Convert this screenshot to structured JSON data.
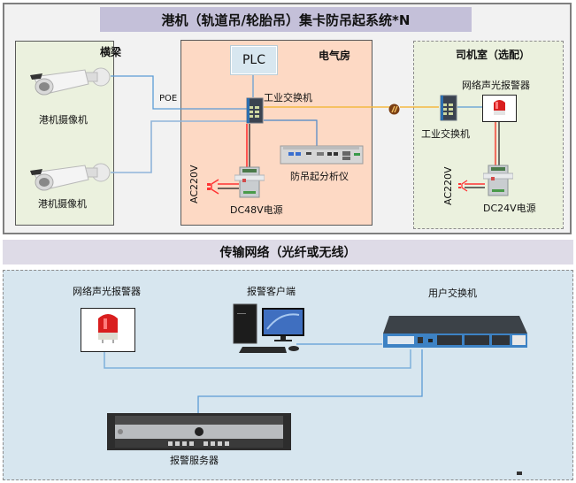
{
  "title": "港机（轨道吊/轮胎吊）集卡防吊起系统*N",
  "zones": {
    "beam": {
      "label": "横梁",
      "cameras": [
        {
          "label": "港机摄像机"
        },
        {
          "label": "港机摄像机"
        }
      ],
      "link_label": "POE"
    },
    "electrical_room": {
      "label": "电气房",
      "plc_label": "PLC",
      "switch_label": "工业交换机",
      "analyzer_label": "防吊起分析仪",
      "power_label": "DC48V电源",
      "ac_label": "AC220V"
    },
    "cab": {
      "label": "司机室（选配）",
      "alarm_label": "网络声光报警器",
      "switch_label": "工业交换机",
      "power_label": "DC24V电源",
      "ac_label": "AC220V"
    }
  },
  "network": {
    "title": "传输网络（光纤或无线）",
    "alarm_label": "网络声光报警器",
    "client_label": "报警客户端",
    "user_switch_label": "用户交换机",
    "server_label": "报警服务器"
  },
  "colors": {
    "ethernet_line": "#5b9bd5",
    "fiber_line": "#f4b942",
    "power_positive": "#ff3333",
    "power_negative": "#1a1a1a",
    "beam_bg": "#ebf1de",
    "electrical_room_bg": "#fdd9c4",
    "network_bg": "#d7e6ef",
    "title_bg": "#c4c0d9"
  }
}
